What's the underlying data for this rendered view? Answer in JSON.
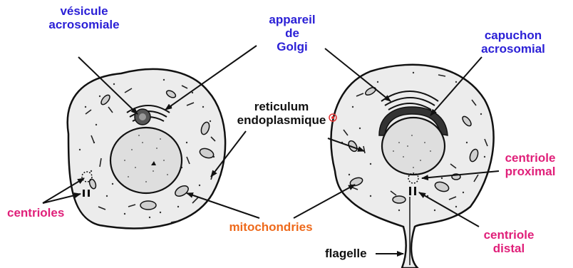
{
  "labels": {
    "vesicule_acrosomiale": [
      "vésicule",
      "acrosomiale"
    ],
    "appareil_de_golgi": [
      "appareil",
      "de",
      "Golgi"
    ],
    "capuchon_acrosomial": [
      "capuchon",
      "acrosomial"
    ],
    "reticulum_endoplasmique": [
      "reticulum",
      "endoplasmique"
    ],
    "centriole_proximal": [
      "centriole",
      "proximal"
    ],
    "centrioles": "centrioles",
    "mitochondries": "mitochondries",
    "centriole_distal": [
      "centriole",
      "distal"
    ],
    "flagelle": "flagelle"
  },
  "colors": {
    "organelle_label_blue": "#2a1fd6",
    "centriole_label_pink": "#e0207a",
    "mitochondria_label_orange": "#ee6a1c",
    "reticulum_label_black": "#111111",
    "cursor_marker_red": "#e53333"
  }
}
